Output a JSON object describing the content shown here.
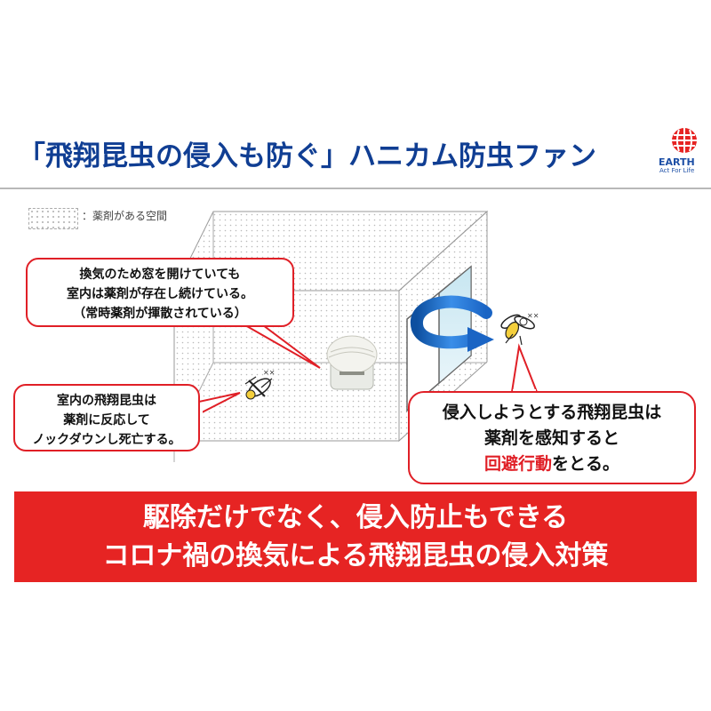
{
  "title": "「飛翔昆虫の侵入も防ぐ」ハニカム防虫ファン",
  "logo": {
    "brand": "EARTH",
    "tagline": "Act For Life"
  },
  "legend": {
    "label": "：薬剤がある空間"
  },
  "callouts": {
    "window": [
      "換気のため窓を開けていても",
      "室内は薬剤が存在し続けている。",
      "（常時薬剤が揮散されている）"
    ],
    "indoor": [
      "室内の飛翔昆虫は",
      "薬剤に反応して",
      "ノックダウンし死亡する。"
    ],
    "outdoor": {
      "line1": "侵入しようとする飛翔昆虫は",
      "line2": "薬剤を感知すると",
      "line3_highlight": "回避行動",
      "line3_rest": "をとる。"
    }
  },
  "banner": [
    "駆除だけでなく、侵入防止もできる",
    "コロナ禍の換気による飛翔昆虫の侵入対策"
  ],
  "colors": {
    "title": "#103e93",
    "accent_red": "#e62423",
    "arrow_blue": "#1f6fd0"
  }
}
